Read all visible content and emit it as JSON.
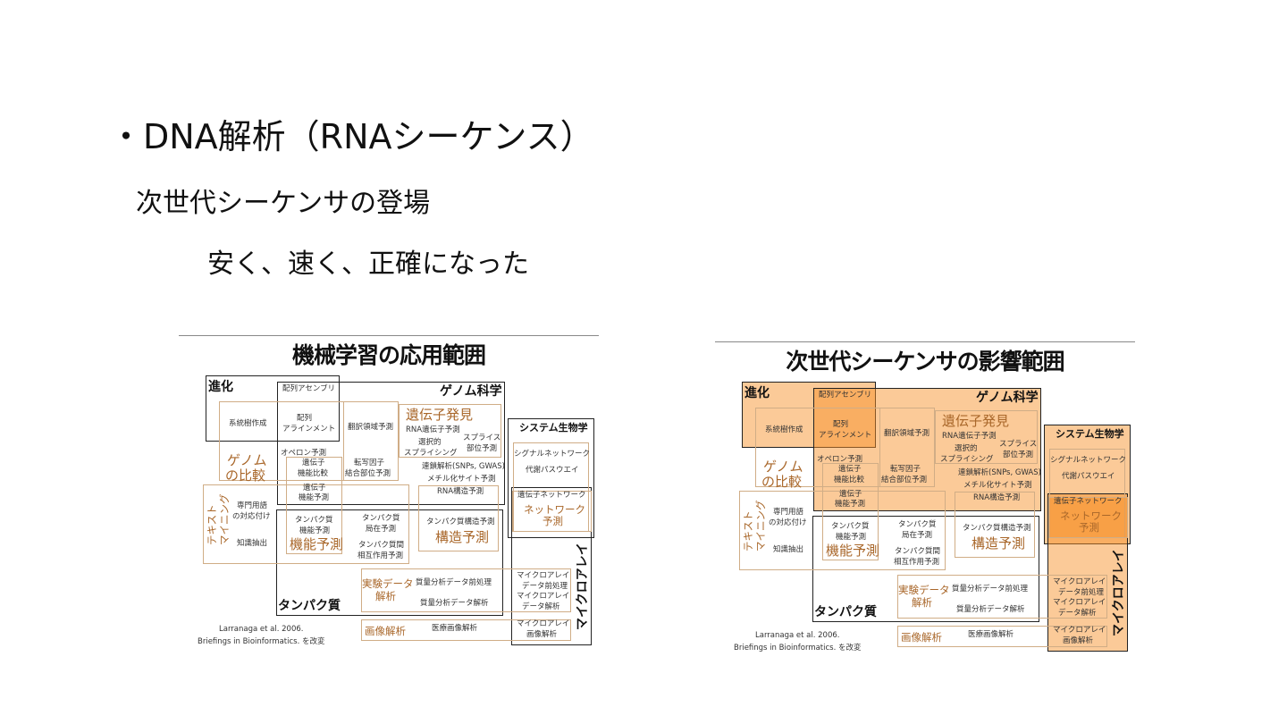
{
  "slide": {
    "bullet": "・DNA解析（RNAシーケンス）",
    "sub1": "次世代シーケンサの登場",
    "sub2": "安く、速く、正確になった"
  },
  "diagrams": [
    {
      "title": "機械学習の応用範囲"
    },
    {
      "title": "次世代シーケンサの影響範囲"
    }
  ],
  "labels": {
    "evolution": "進化",
    "seq_assembly": "配列アセンブリ",
    "genomics": "ゲノム科学",
    "phylo": "系統樹作成",
    "align1": "配列",
    "align2": "アラインメント",
    "translation": "翻訳領域予測",
    "gene_finding": "遺伝子発見",
    "rna_gene": "RNA遺伝子予測",
    "alt_splice1": "選択的",
    "alt_splice2": "スプライシング",
    "splice_site1": "スプライス",
    "splice_site2": "部位予測",
    "operon": "オペロン予測",
    "comp_genome1": "ゲノム",
    "comp_genome2": "の比較",
    "gene_func_comp1": "遺伝子",
    "gene_func_comp2": "機能比較",
    "tfbs1": "転写因子",
    "tfbs2": "結合部位予測",
    "linkage": "連鎖解析(SNPs, GWAS)",
    "methyl": "メチル化サイト予測",
    "systems_bio": "システム生物学",
    "signal_net": "シグナルネットワーク",
    "metabolic": "代謝パスウエイ",
    "gene_func_pred1": "遺伝子",
    "gene_func_pred2": "機能予測",
    "rna_struct": "RNA構造予測",
    "gene_net": "遺伝子ネットワーク",
    "net_pred1": "ネットワーク",
    "net_pred2": "予測",
    "text_mining1": "テキスト",
    "text_mining2": "マイニング",
    "term_map1": "専門用語",
    "term_map2": "の対応付け",
    "knowledge": "知識抽出",
    "prot_func1": "タンパク質",
    "prot_func2": "機能予測",
    "func_pred": "機能予測",
    "prot_loc1": "タンパク質",
    "prot_loc2": "局在予測",
    "ppi1": "タンパク質間",
    "ppi2": "相互作用予測",
    "prot_struct": "タンパク質構造予測",
    "struct_pred": "構造予測",
    "microarray": "マイクロアレイ",
    "exp_data1": "実験データ",
    "exp_data2": "解析",
    "ms_pre": "質量分析データ前処理",
    "ms_ana": "質量分析データ解析",
    "ma_pre1": "マイクロアレイ",
    "ma_pre2": "データ前処理",
    "ma_ana1": "マイクロアレイ",
    "ma_ana2": "データ解析",
    "proteins": "タンパク質",
    "image_ana": "画像解析",
    "med_image": "医療画像解析",
    "ma_img1": "マイクロアレイ",
    "ma_img2": "画像解析",
    "cite1": "Larranaga et al. 2006.",
    "cite2": "Briefings in Bioinformatics. を改変"
  },
  "colors": {
    "accent_text": "#a9672a",
    "box_border": "#d0ad86",
    "fill": "#f7b56a"
  }
}
